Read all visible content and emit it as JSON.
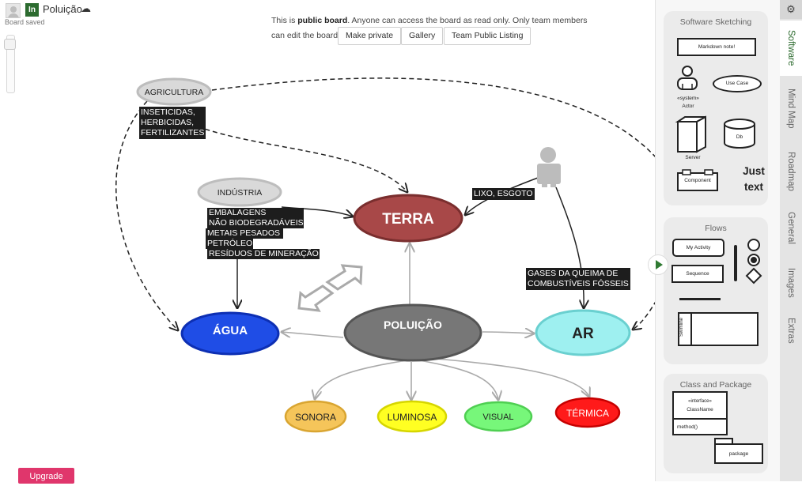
{
  "header": {
    "board_title": "Poluição",
    "avatar_badge": "In",
    "board_status": "Board saved"
  },
  "notice": {
    "line1_prefix": "This is ",
    "line1_bold": "public board",
    "line1_suffix": ". Anyone can access the board as read only. Only team members",
    "line2": "can edit the board.",
    "buttons": [
      "Make private",
      "Gallery",
      "Team Public Listing"
    ]
  },
  "diagram": {
    "nodes": {
      "agricultura": "AGRICULTURA",
      "industria": "INDÚSTRIA",
      "terra": "TERRA",
      "poluicao": "POLUIÇÃO",
      "agua": "ÁGUA",
      "ar": "AR",
      "sonora": "SONORA",
      "luminosa": "LUMINOSA",
      "visual": "VISUAL",
      "termica": "TÉRMICA"
    },
    "notes": {
      "agro_lines": [
        "INSETICIDAS,",
        "HERBICIDAS,",
        "FERTILIZANTES"
      ],
      "lixo": "LIXO, ESGOTO",
      "industria_lines": [
        "EMBALAGENS",
        "NÃO BIODEGRADÁVEIS",
        "METAIS PESADOS",
        "PETRÓLEO",
        "RESÍDUOS DE MINERAÇÃO"
      ],
      "gases_lines": [
        "GASES DA QUEIMA DE",
        "COMBUSTÍVEIS FÓSSEIS"
      ]
    },
    "colors": {
      "terra": "#a84848",
      "poluicao": "#777777",
      "agua": "#1f4de6",
      "ar": "#9ef0f0",
      "sonora": "#f5c55a",
      "luminosa": "#ffff22",
      "visual": "#77f77a",
      "termica": "#ff1a1a",
      "source_oval": "#d9d9d9"
    }
  },
  "panel": {
    "sections": [
      {
        "title": "Software Sketching",
        "items": {
          "markdown": "Markdown note!",
          "system": "«system»",
          "actor": "Actor",
          "use_case": "Use Case",
          "server": "Server",
          "db": "Db",
          "component": "Component",
          "just_text": [
            "Just",
            "text"
          ]
        }
      },
      {
        "title": "Flows",
        "items": {
          "activity": "My Activity",
          "sequence": "Sequence",
          "swimline": "Swimline"
        }
      },
      {
        "title": "Class and Package",
        "items": {
          "interface": "«interface»",
          "class_name": "ClassName",
          "method": "method()",
          "package": "package"
        }
      }
    ],
    "tabs": [
      "Software",
      "Mind Map",
      "Roadmap",
      "General",
      "Images",
      "Extras"
    ],
    "gear_icon": "gear-icon"
  },
  "upgrade_label": "Upgrade"
}
